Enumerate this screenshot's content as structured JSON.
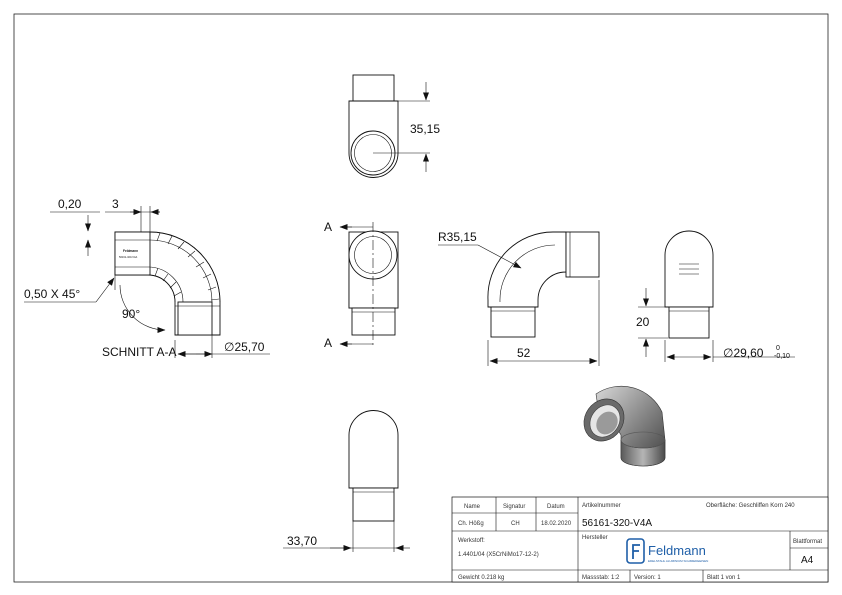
{
  "dimensions": {
    "d_35_15": "35,15",
    "d_0_20": "0,20",
    "d_3": "3",
    "d_chamfer": "0,50 X 45°",
    "d_90": "90°",
    "section_label": "SCHNITT A-A",
    "d_dia_25_70": "∅25,70",
    "section_marker_top": "A",
    "section_marker_bottom": "A",
    "d_radius": "R35,15",
    "d_52": "52",
    "d_20": "20",
    "d_dia_29_60": "∅29,60",
    "tol_upper": "0",
    "tol_lower": "-0,10",
    "d_33_70": "33,70",
    "engraving_line1": "Feldmann",
    "engraving_line2": "56161-320-V4A"
  },
  "title_block": {
    "h_name": "Name",
    "h_signature": "Signatur",
    "h_date": "Datum",
    "name": "Ch. Hößg",
    "signature": "CH",
    "date": "18.02.2020",
    "material_label": "Werkstoff:",
    "material": "1.4401/04 (X5CrNiMo17-12-2)",
    "weight": "Gewicht 0.218 kg",
    "article_label": "Artikelnummer",
    "surface": "Oberfläche: Geschliffen Korn 240",
    "article_number": "56161-320-V4A",
    "manufacturer_label": "Hersteller",
    "logo_text": "Feldmann",
    "logo_subtext": "EDELSTAHL ALUMINIUM SCHMIEDEEISEN",
    "sheet_format_label": "Blattformat",
    "sheet_format": "A4",
    "scale": "Massstab: 1:2",
    "version": "Version: 1",
    "sheet": "Blatt 1 von 1"
  },
  "colors": {
    "line": "#111111",
    "part_fill": "#ffffff",
    "iso_dark": "#4a4a4a",
    "iso_mid": "#8a8a8a",
    "iso_light": "#c8c8c8",
    "logo_blue": "#1f5fa8"
  }
}
